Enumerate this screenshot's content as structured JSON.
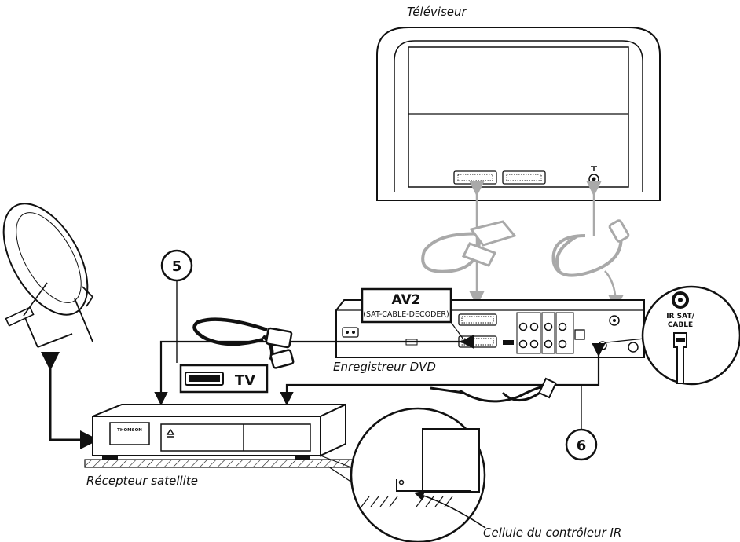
{
  "labels": {
    "tv": "Téléviseur",
    "dvd": "Enregistreur DVD",
    "sat_receiver": "Récepteur satellite",
    "ir_cell": "Cellule du contrôleur IR"
  },
  "av2": {
    "title": "AV2",
    "subtitle": "(SAT-CABLE-DECODER)"
  },
  "tv_badge": "TV",
  "ir_jack": {
    "line1": "IR SAT/",
    "line2": "CABLE"
  },
  "brand": "THOMSON",
  "steps": [
    "5",
    "6"
  ],
  "colors": {
    "ink": "#111111",
    "cable_grey": "#a9a9a9"
  }
}
